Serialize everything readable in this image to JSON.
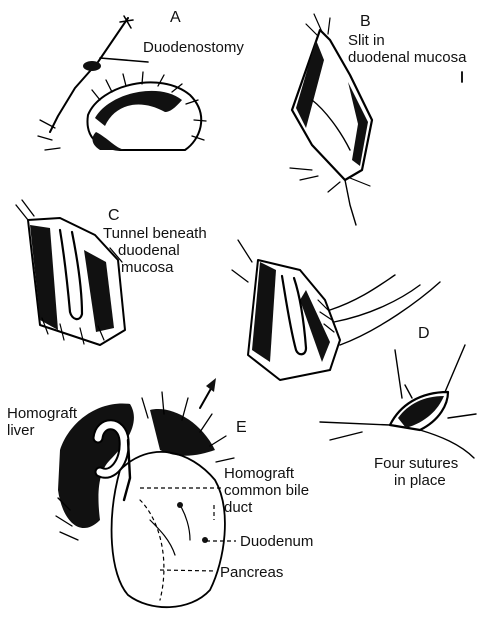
{
  "panels": {
    "a": {
      "letter": "A",
      "label": "Duodenostomy"
    },
    "b": {
      "letter": "B",
      "label_line1": "Slit in",
      "label_line2": "duodenal mucosa"
    },
    "c": {
      "letter": "C",
      "label_line1": "Tunnel beneath",
      "label_line2": "duodenal",
      "label_line3": "mucosa"
    },
    "d": {
      "letter": "D",
      "label_line1": "Four sutures",
      "label_line2": "in place"
    },
    "e": {
      "letter": "E",
      "homograft_liver_line1": "Homograft",
      "homograft_liver_line2": "liver",
      "bile_duct_line1": "Homograft",
      "bile_duct_line2": "common bile",
      "bile_duct_line3": "duct",
      "duodenum": "Duodenum",
      "pancreas": "Pancreas"
    }
  }
}
